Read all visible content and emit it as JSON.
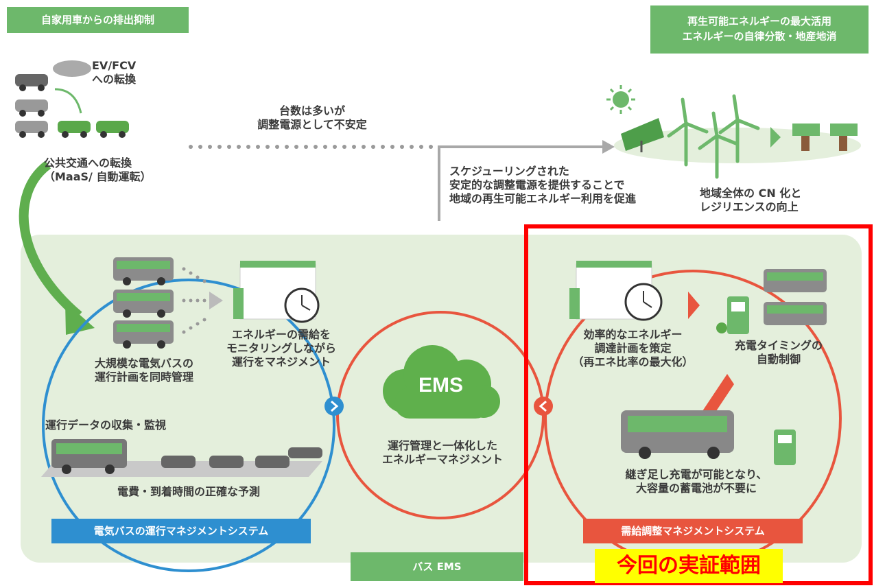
{
  "tags": {
    "top_left": "自家用車からの排出抑制",
    "top_right_line1": "再生可能エネルギーの最大活用",
    "top_right_line2": "エネルギーの自律分散・地産地消",
    "left_system": "電気バスの運行マネジメントシステム",
    "right_system": "需給調整マネジメントシステム",
    "bottom_center": "バス EMS",
    "scope": "今回の実証範囲"
  },
  "texts": {
    "ev_fcv_line1": "EV/FCV",
    "ev_fcv_line2": "への転換",
    "public_transit_line1": "公共交通への転換",
    "public_transit_line2": "（MaaS/ 自動運転）",
    "unstable_line1": "台数は多いが",
    "unstable_line2": "調整電源として不安定",
    "scheduled_line1": "スケジューリングされた",
    "scheduled_line2": "安定的な調整電源を提供することで",
    "scheduled_line3": "地域の再生可能エネルギー利用を促進",
    "cn_line1": "地域全体の CN 化と",
    "cn_line2": "レジリエンスの向上",
    "large_scale_line1": "大規模な電気バスの",
    "large_scale_line2": "運行計画を同時管理",
    "monitoring_line1": "エネルギーの需給を",
    "monitoring_line2": "モニタリングしながら",
    "monitoring_line3": "運行をマネジメント",
    "data_collection": "運行データの収集・監視",
    "prediction": "電費・到着時間の正確な予測",
    "ems": "EMS",
    "ems_desc_line1": "運行管理と一体化した",
    "ems_desc_line2": "エネルギーマネジメント",
    "efficient_line1": "効率的なエネルギー",
    "efficient_line2": "調達計画を策定",
    "efficient_line3": "（再エネ比率の最大化）",
    "charge_timing_line1": "充電タイミングの",
    "charge_timing_line2": "自動制御",
    "top_up_line1": "継ぎ足し充電が可能となり、",
    "top_up_line2": "大容量の蓄電池が不要に"
  },
  "colors": {
    "green": "#6db86b",
    "light_green_bg": "#e4efdc",
    "blue": "#2e8fd0",
    "red_orange": "#e8553e",
    "highlight_red": "#ff0000",
    "yellow": "#ffff00"
  }
}
